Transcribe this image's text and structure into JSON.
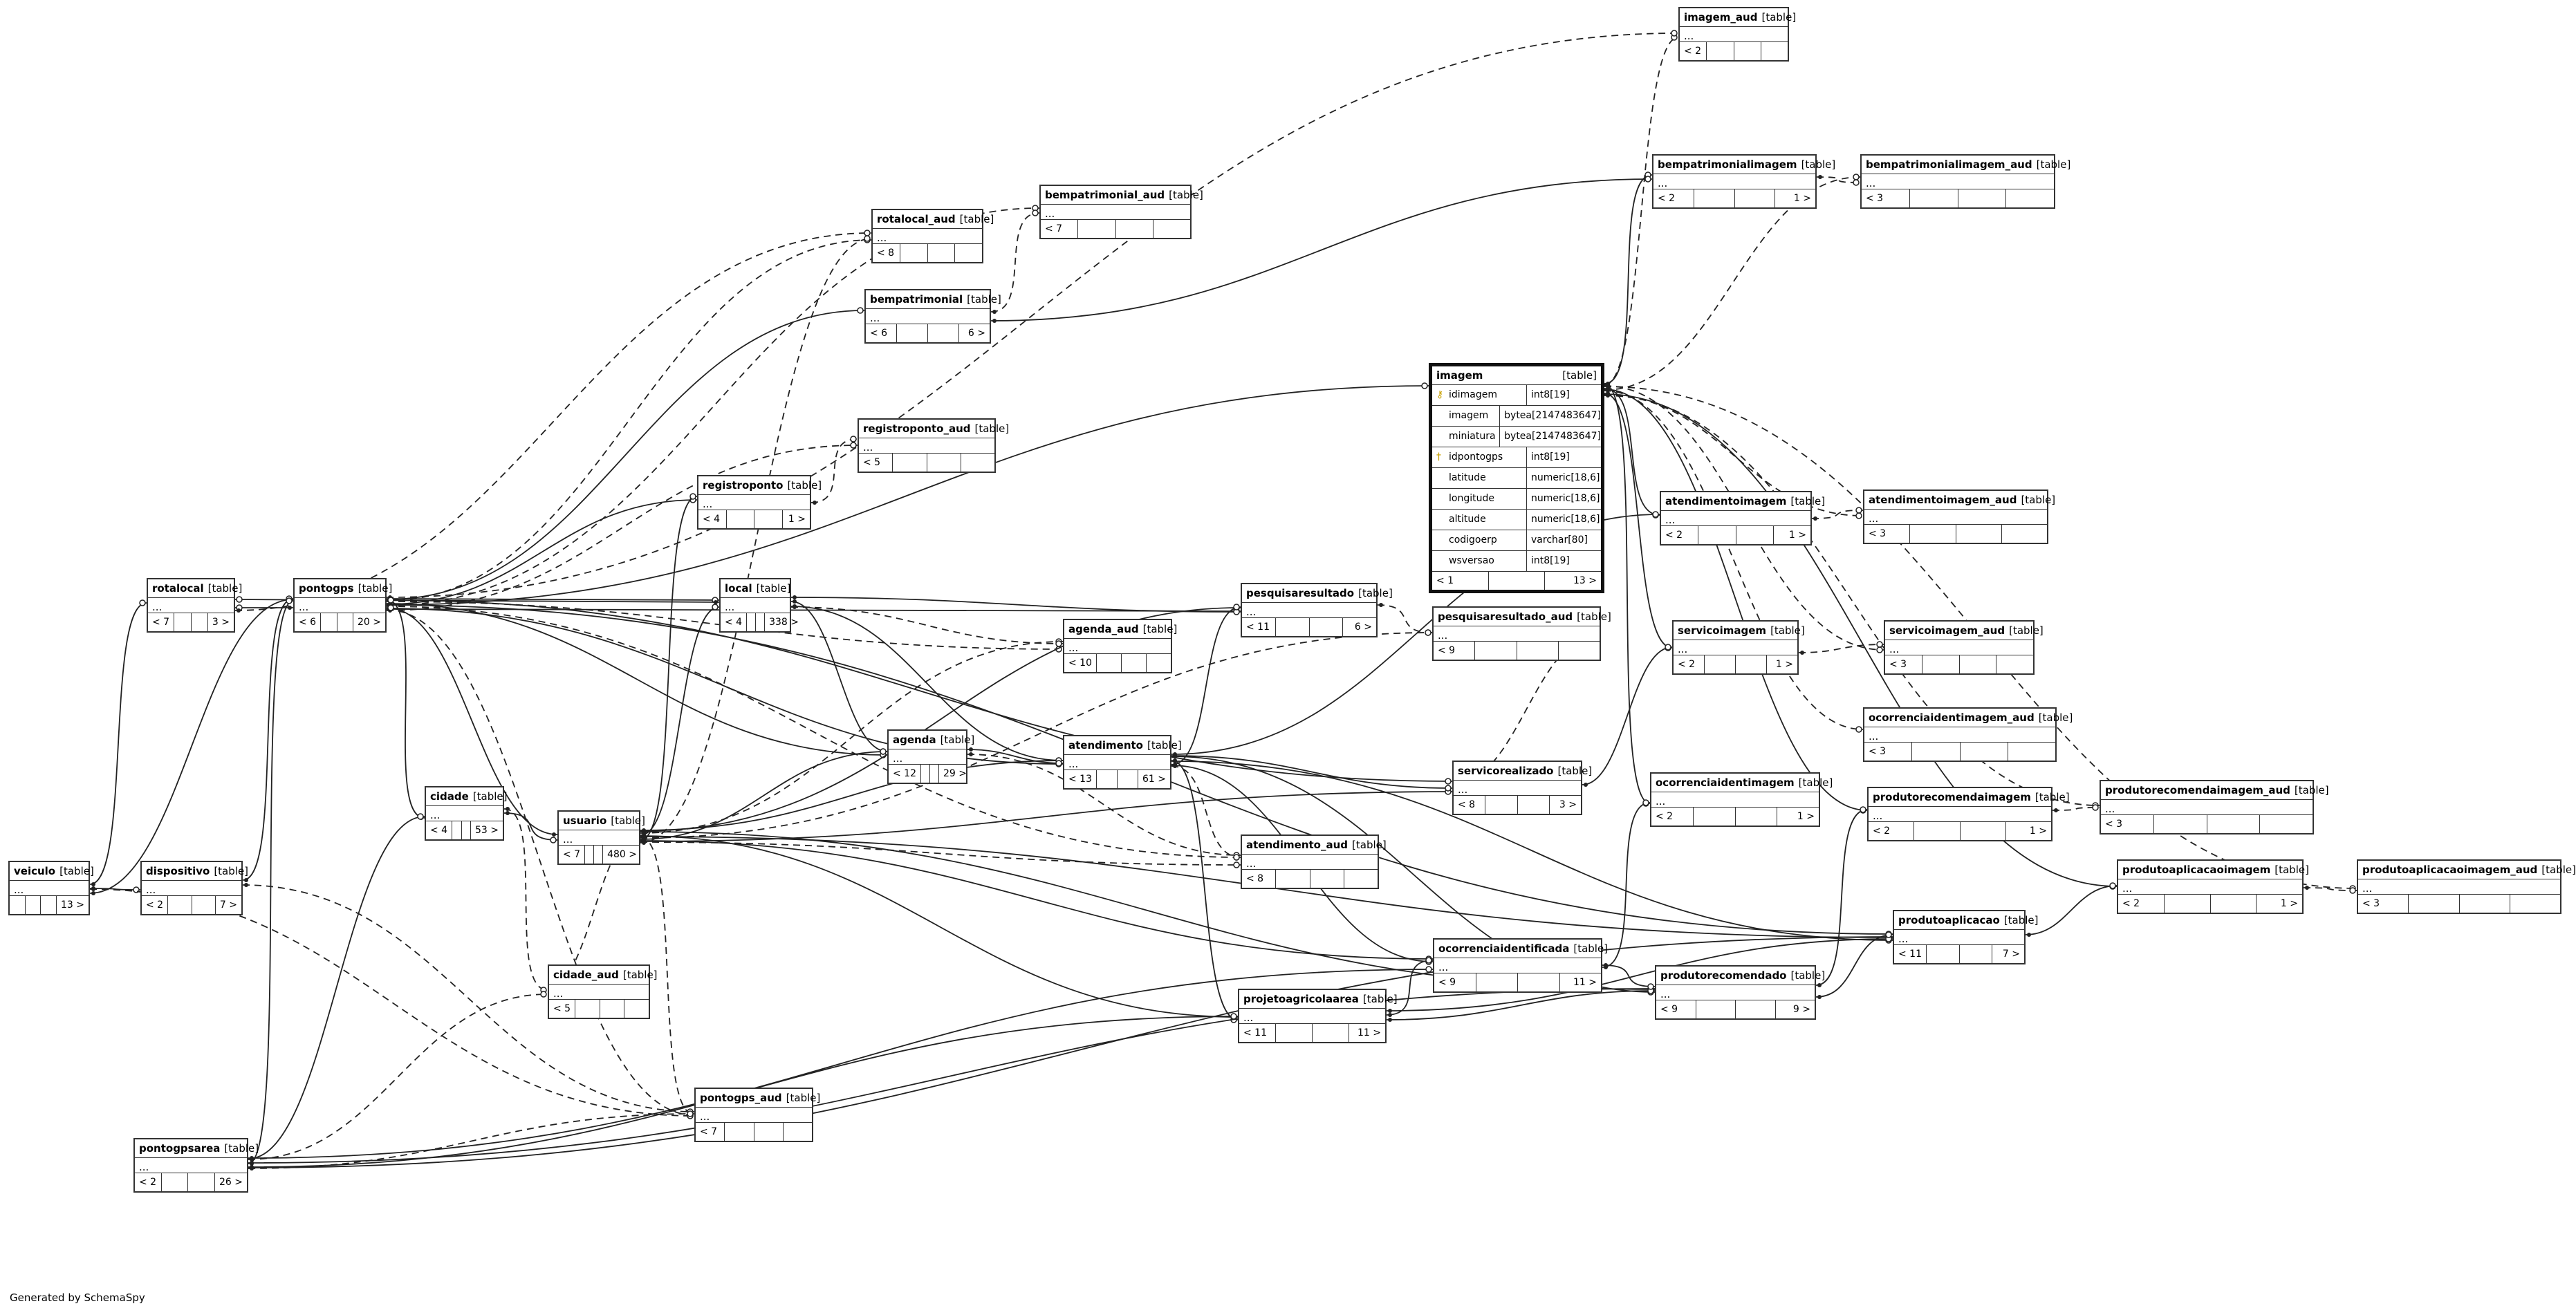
{
  "footer": "Generated by SchemaSpy",
  "focus_table": {
    "name": "imagem",
    "type": "[table]",
    "columns": [
      {
        "name": "idimagem",
        "type": "int8[19]",
        "key": "pk"
      },
      {
        "name": "imagem",
        "type": "bytea[2147483647]",
        "key": ""
      },
      {
        "name": "miniatura",
        "type": "bytea[2147483647]",
        "key": ""
      },
      {
        "name": "idpontogps",
        "type": "int8[19]",
        "key": "fk"
      },
      {
        "name": "latitude",
        "type": "numeric[18,6]",
        "key": ""
      },
      {
        "name": "longitude",
        "type": "numeric[18,6]",
        "key": ""
      },
      {
        "name": "altitude",
        "type": "numeric[18,6]",
        "key": ""
      },
      {
        "name": "codigoerp",
        "type": "varchar[80]",
        "key": ""
      },
      {
        "name": "wsversao",
        "type": "int8[19]",
        "key": ""
      }
    ],
    "parents": "< 1",
    "children": "13 >"
  },
  "tables": [
    {
      "id": "imagem_aud",
      "name": "imagem_aud",
      "type": "[table]",
      "parents": "< 2",
      "children": ""
    },
    {
      "id": "bempatrimonialimagem",
      "name": "bempatrimonialimagem",
      "type": "[table]",
      "parents": "< 2",
      "children": "1 >"
    },
    {
      "id": "bempatrimonialimagem_aud",
      "name": "bempatrimonialimagem_aud",
      "type": "[table]",
      "parents": "< 3",
      "children": ""
    },
    {
      "id": "rotalocal_aud",
      "name": "rotalocal_aud",
      "type": "[table]",
      "parents": "< 8",
      "children": ""
    },
    {
      "id": "bempatrimonial_aud",
      "name": "bempatrimonial_aud",
      "type": "[table]",
      "parents": "< 7",
      "children": ""
    },
    {
      "id": "bempatrimonial",
      "name": "bempatrimonial",
      "type": "[table]",
      "parents": "< 6",
      "children": "6 >"
    },
    {
      "id": "registroponto_aud",
      "name": "registroponto_aud",
      "type": "[table]",
      "parents": "< 5",
      "children": ""
    },
    {
      "id": "registroponto",
      "name": "registroponto",
      "type": "[table]",
      "parents": "< 4",
      "children": "1 >"
    },
    {
      "id": "rotalocal",
      "name": "rotalocal",
      "type": "[table]",
      "parents": "< 7",
      "children": "3 >"
    },
    {
      "id": "pontogps",
      "name": "pontogps",
      "type": "[table]",
      "parents": "< 6",
      "children": "20 >"
    },
    {
      "id": "local",
      "name": "local",
      "type": "[table]",
      "parents": "< 4",
      "children": "338 >"
    },
    {
      "id": "pesquisaresultado",
      "name": "pesquisaresultado",
      "type": "[table]",
      "parents": "< 11",
      "children": "6 >"
    },
    {
      "id": "agenda_aud",
      "name": "agenda_aud",
      "type": "[table]",
      "parents": "< 10",
      "children": ""
    },
    {
      "id": "pesquisaresultado_aud",
      "name": "pesquisaresultado_aud",
      "type": "[table]",
      "parents": "< 9",
      "children": ""
    },
    {
      "id": "atendimentoimagem",
      "name": "atendimentoimagem",
      "type": "[table]",
      "parents": "< 2",
      "children": "1 >"
    },
    {
      "id": "atendimentoimagem_aud",
      "name": "atendimentoimagem_aud",
      "type": "[table]",
      "parents": "< 3",
      "children": ""
    },
    {
      "id": "servicoimagem",
      "name": "servicoimagem",
      "type": "[table]",
      "parents": "< 2",
      "children": "1 >"
    },
    {
      "id": "servicoimagem_aud",
      "name": "servicoimagem_aud",
      "type": "[table]",
      "parents": "< 3",
      "children": ""
    },
    {
      "id": "agenda",
      "name": "agenda",
      "type": "[table]",
      "parents": "< 12",
      "children": "29 >"
    },
    {
      "id": "atendimento",
      "name": "atendimento",
      "type": "[table]",
      "parents": "< 13",
      "children": "61 >"
    },
    {
      "id": "ocorrenciaidentimagem_aud",
      "name": "ocorrenciaidentimagem_aud",
      "type": "[table]",
      "parents": "< 3",
      "children": ""
    },
    {
      "id": "servicorealizado",
      "name": "servicorealizado",
      "type": "[table]",
      "parents": "< 8",
      "children": "3 >"
    },
    {
      "id": "ocorrenciaidentimagem",
      "name": "ocorrenciaidentimagem",
      "type": "[table]",
      "parents": "< 2",
      "children": "1 >"
    },
    {
      "id": "produtorecomendaimagem_aud",
      "name": "produtorecomendaimagem_aud",
      "type": "[table]",
      "parents": "< 3",
      "children": ""
    },
    {
      "id": "produtorecomendaimagem",
      "name": "produtorecomendaimagem",
      "type": "[table]",
      "parents": "< 2",
      "children": "1 >"
    },
    {
      "id": "cidade",
      "name": "cidade",
      "type": "[table]",
      "parents": "< 4",
      "children": "53 >"
    },
    {
      "id": "usuario",
      "name": "usuario",
      "type": "[table]",
      "parents": "< 7",
      "children": "480 >"
    },
    {
      "id": "atendimento_aud",
      "name": "atendimento_aud",
      "type": "[table]",
      "parents": "< 8",
      "children": ""
    },
    {
      "id": "produtoaplicacaoimagem",
      "name": "produtoaplicacaoimagem",
      "type": "[table]",
      "parents": "< 2",
      "children": "1 >"
    },
    {
      "id": "produtoaplicacaoimagem_aud",
      "name": "produtoaplicacaoimagem_aud",
      "type": "[table]",
      "parents": "< 3",
      "children": ""
    },
    {
      "id": "veiculo",
      "name": "veiculo",
      "type": "[table]",
      "parents": "",
      "children": "13 >"
    },
    {
      "id": "dispositivo",
      "name": "dispositivo",
      "type": "[table]",
      "parents": "< 2",
      "children": "7 >"
    },
    {
      "id": "produtoaplicacao",
      "name": "produtoaplicacao",
      "type": "[table]",
      "parents": "< 11",
      "children": "7 >"
    },
    {
      "id": "ocorrenciaidentificada",
      "name": "ocorrenciaidentificada",
      "type": "[table]",
      "parents": "< 9",
      "children": "11 >"
    },
    {
      "id": "produtorecomendado",
      "name": "produtorecomendado",
      "type": "[table]",
      "parents": "< 9",
      "children": "9 >"
    },
    {
      "id": "cidade_aud",
      "name": "cidade_aud",
      "type": "[table]",
      "parents": "< 5",
      "children": ""
    },
    {
      "id": "projetoagricolaarea",
      "name": "projetoagricolaarea",
      "type": "[table]",
      "parents": "< 11",
      "children": "11 >"
    },
    {
      "id": "pontogps_aud",
      "name": "pontogps_aud",
      "type": "[table]",
      "parents": "< 7",
      "children": ""
    },
    {
      "id": "pontogpsarea",
      "name": "pontogpsarea",
      "type": "[table]",
      "parents": "< 2",
      "children": "26 >"
    }
  ],
  "relationships": [
    [
      "imagem",
      "bempatrimonialimagem",
      "solid"
    ],
    [
      "imagem",
      "atendimentoimagem",
      "solid"
    ],
    [
      "imagem",
      "servicoimagem",
      "solid"
    ],
    [
      "imagem",
      "ocorrenciaidentimagem",
      "solid"
    ],
    [
      "imagem",
      "produtorecomendaimagem",
      "solid"
    ],
    [
      "imagem",
      "produtoaplicacaoimagem",
      "solid"
    ],
    [
      "imagem",
      "imagem_aud",
      "dashed"
    ],
    [
      "imagem",
      "bempatrimonialimagem_aud",
      "dashed"
    ],
    [
      "imagem",
      "atendimentoimagem_aud",
      "dashed"
    ],
    [
      "imagem",
      "servicoimagem_aud",
      "dashed"
    ],
    [
      "imagem",
      "ocorrenciaidentimagem_aud",
      "dashed"
    ],
    [
      "imagem",
      "produtorecomendaimagem_aud",
      "dashed"
    ],
    [
      "imagem",
      "produtoaplicacaoimagem_aud",
      "dashed"
    ],
    [
      "pontogps",
      "imagem",
      "solid"
    ],
    [
      "bempatrimonial",
      "bempatrimonialimagem",
      "solid"
    ],
    [
      "bempatrimonialimagem",
      "bempatrimonialimagem_aud",
      "dashed"
    ],
    [
      "atendimentoimagem",
      "atendimentoimagem_aud",
      "dashed"
    ],
    [
      "servicoimagem",
      "servicoimagem_aud",
      "dashed"
    ],
    [
      "produtorecomendaimagem",
      "produtorecomendaimagem_aud",
      "dashed"
    ],
    [
      "produtoaplicacaoimagem",
      "produtoaplicacaoimagem_aud",
      "dashed"
    ],
    [
      "atendimento",
      "atendimentoimagem",
      "solid"
    ],
    [
      "servicorealizado",
      "servicoimagem",
      "solid"
    ],
    [
      "ocorrenciaidentificada",
      "ocorrenciaidentimagem",
      "solid"
    ],
    [
      "produtorecomendado",
      "produtorecomendaimagem",
      "solid"
    ],
    [
      "produtoaplicacao",
      "produtoaplicacaoimagem",
      "solid"
    ],
    [
      "pontogps",
      "rotalocal",
      "solid"
    ],
    [
      "pontogps",
      "local",
      "solid"
    ],
    [
      "pontogps",
      "agenda",
      "solid"
    ],
    [
      "pontogps",
      "atendimento",
      "solid"
    ],
    [
      "pontogps",
      "bempatrimonial",
      "solid"
    ],
    [
      "pontogps",
      "registroponto",
      "solid"
    ],
    [
      "pontogps",
      "pesquisaresultado",
      "solid"
    ],
    [
      "pontogps",
      "servicorealizado",
      "solid"
    ],
    [
      "pontogps",
      "produtoaplicacao",
      "solid"
    ],
    [
      "pontogps",
      "pontogps_aud",
      "dashed"
    ],
    [
      "pontogps",
      "rotalocal_aud",
      "dashed"
    ],
    [
      "pontogps",
      "bempatrimonial_aud",
      "dashed"
    ],
    [
      "pontogps",
      "registroponto_aud",
      "dashed"
    ],
    [
      "pontogps",
      "agenda_aud",
      "dashed"
    ],
    [
      "pontogps",
      "atendimento_aud",
      "dashed"
    ],
    [
      "pontogps",
      "imagem_aud",
      "dashed"
    ],
    [
      "usuario",
      "pontogps",
      "solid"
    ],
    [
      "usuario",
      "agenda",
      "solid"
    ],
    [
      "usuario",
      "atendimento",
      "solid"
    ],
    [
      "usuario",
      "local",
      "solid"
    ],
    [
      "usuario",
      "registroponto",
      "solid"
    ],
    [
      "usuario",
      "pesquisaresultado",
      "solid"
    ],
    [
      "usuario",
      "projetoagricolaarea",
      "solid"
    ],
    [
      "usuario",
      "ocorrenciaidentificada",
      "solid"
    ],
    [
      "usuario",
      "produtorecomendado",
      "solid"
    ],
    [
      "usuario",
      "produtoaplicacao",
      "solid"
    ],
    [
      "usuario",
      "servicorealizado",
      "solid"
    ],
    [
      "usuario",
      "cidade_aud",
      "dashed"
    ],
    [
      "usuario",
      "pontogps_aud",
      "dashed"
    ],
    [
      "usuario",
      "atendimento_aud",
      "dashed"
    ],
    [
      "usuario",
      "agenda_aud",
      "dashed"
    ],
    [
      "usuario",
      "pesquisaresultado_aud",
      "dashed"
    ],
    [
      "usuario",
      "rotalocal_aud",
      "dashed"
    ],
    [
      "local",
      "agenda",
      "solid"
    ],
    [
      "local",
      "atendimento",
      "solid"
    ],
    [
      "local",
      "pesquisaresultado",
      "solid"
    ],
    [
      "local",
      "rotalocal",
      "solid"
    ],
    [
      "local",
      "agenda_aud",
      "dashed"
    ],
    [
      "agenda",
      "atendimento",
      "solid"
    ],
    [
      "agenda",
      "atendimento_aud",
      "dashed"
    ],
    [
      "atendimento",
      "pesquisaresultado",
      "solid"
    ],
    [
      "atendimento",
      "servicorealizado",
      "solid"
    ],
    [
      "atendimento",
      "projetoagricolaarea",
      "solid"
    ],
    [
      "atendimento",
      "ocorrenciaidentificada",
      "solid"
    ],
    [
      "atendimento",
      "produtorecomendado",
      "solid"
    ],
    [
      "atendimento",
      "produtoaplicacao",
      "solid"
    ],
    [
      "atendimento",
      "atendimento_aud",
      "dashed"
    ],
    [
      "pesquisaresultado",
      "pesquisaresultado_aud",
      "dashed"
    ],
    [
      "cidade",
      "usuario",
      "solid"
    ],
    [
      "cidade",
      "pontogps",
      "solid"
    ],
    [
      "cidade",
      "cidade_aud",
      "dashed"
    ],
    [
      "veiculo",
      "dispositivo",
      "solid"
    ],
    [
      "veiculo",
      "pontogps",
      "solid"
    ],
    [
      "veiculo",
      "rotalocal",
      "solid"
    ],
    [
      "veiculo",
      "pontogps_aud",
      "dashed"
    ],
    [
      "dispositivo",
      "pontogps",
      "solid"
    ],
    [
      "dispositivo",
      "pontogps_aud",
      "dashed"
    ],
    [
      "pontogpsarea",
      "projetoagricolaarea",
      "solid"
    ],
    [
      "pontogpsarea",
      "ocorrenciaidentificada",
      "solid"
    ],
    [
      "pontogpsarea",
      "produtorecomendado",
      "solid"
    ],
    [
      "pontogpsarea",
      "produtoaplicacao",
      "solid"
    ],
    [
      "pontogpsarea",
      "cidade",
      "solid"
    ],
    [
      "pontogpsarea",
      "pontogps",
      "solid"
    ],
    [
      "pontogpsarea",
      "pontogps_aud",
      "dashed"
    ],
    [
      "pontogpsarea",
      "cidade_aud",
      "dashed"
    ],
    [
      "projetoagricolaarea",
      "ocorrenciaidentificada",
      "solid"
    ],
    [
      "projetoagricolaarea",
      "produtorecomendado",
      "solid"
    ],
    [
      "projetoagricolaarea",
      "produtoaplicacao",
      "solid"
    ],
    [
      "ocorrenciaidentificada",
      "produtorecomendado",
      "solid"
    ],
    [
      "produtorecomendado",
      "produtoaplicacao",
      "solid"
    ],
    [
      "bempatrimonial",
      "bempatrimonial_aud",
      "dashed"
    ],
    [
      "registroponto",
      "registroponto_aud",
      "dashed"
    ],
    [
      "rotalocal",
      "rotalocal_aud",
      "dashed"
    ],
    [
      "servicorealizado",
      "pesquisaresultado_aud",
      "dashed"
    ]
  ]
}
